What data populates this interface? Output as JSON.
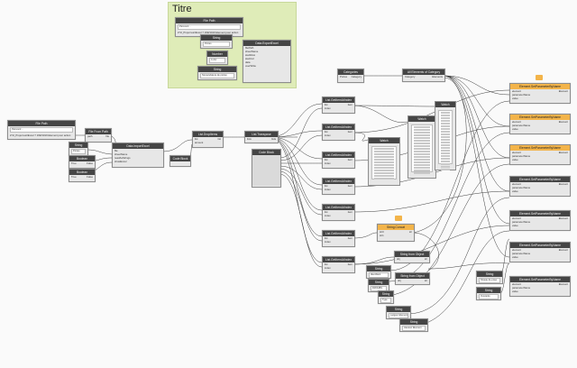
{
  "group": {
    "title": "Titre"
  },
  "nodes": {
    "file_path_top": {
      "title": "File Path",
      "field": "Parcourir...",
      "path": "Z:\\0_Projet test\\Excel 7 19W1019 Element pour action"
    },
    "string_top": {
      "title": "String",
      "field": "Portes"
    },
    "number_top": {
      "title": "Number",
      "field": "C:A3"
    },
    "string_top2": {
      "title": "String",
      "field": "Nomenclature de portes"
    },
    "data_export": {
      "title": "Data.ExportExcel",
      "inputs": [
        "filePath",
        "sheetName",
        "startRow",
        "startCol",
        "data",
        "overWrite"
      ],
      "output": "data"
    },
    "file_path_left": {
      "title": "File Path",
      "field": "Parcourir...",
      "path": "Z:\\0_Projet test\\Excel 7 19W1019 Element pour action"
    },
    "file_from_path": {
      "title": "File From Path",
      "inputs": [
        "path"
      ],
      "output": "file"
    },
    "string_left": {
      "title": "String",
      "field": "Portes"
    },
    "boolean_1": {
      "title": "Boolean",
      "true_label": "True",
      "false_label": "False"
    },
    "boolean_2": {
      "title": "Boolean",
      "true_label": "True",
      "false_label": "False"
    },
    "data_import": {
      "title": "Data.ImportExcel",
      "inputs": [
        "file",
        "sheetName",
        "readAsStrings",
        "showExcel"
      ],
      "output": "data"
    },
    "code_block": {
      "title": "Code Block"
    },
    "list_drop": {
      "title": "List.DropItems",
      "inputs": [
        "list",
        "amount"
      ],
      "output": "list"
    },
    "list_transpose": {
      "title": "List.Transpose",
      "inputs": [
        "lists"
      ],
      "output": "lists"
    },
    "code_block2": {
      "title": "Code Block"
    },
    "get_item": {
      "title": "List.GetItemAtIndex",
      "inputs": [
        "list",
        "index"
      ],
      "output": "item"
    },
    "watch1": {
      "title": "Watch"
    },
    "watch2": {
      "title": "Watch"
    },
    "watch3": {
      "title": "Watch"
    },
    "categories": {
      "title": "Categories",
      "field": "Portes",
      "output": "Category"
    },
    "all_elements": {
      "title": "All Elements of Category",
      "inputs": [
        "Category"
      ],
      "output": "Elements"
    },
    "set_param": {
      "title": "Element.SetParameterByName",
      "inputs": [
        "element",
        "parameterName",
        "value"
      ],
      "output": "Element"
    },
    "string_concat": {
      "title": "String.Concat",
      "inputs": [
        "str0",
        "str1"
      ],
      "output": "str"
    },
    "string_from_object": {
      "title": "String from Object",
      "inputs": [
        "obj"
      ],
      "output": "str"
    },
    "string_id": {
      "title": "String",
      "field": "Identifiant"
    },
    "string_val": {
      "title": "String",
      "field": "FROUBS"
    },
    "string_type": {
      "title": "String",
      "field": "Type"
    },
    "string_from_obj2": {
      "title": "String from Object",
      "inputs": [
        "obj"
      ],
      "output": "str"
    },
    "string_b1": {
      "title": "String",
      "field": "Largeur Element"
    },
    "string_b2": {
      "title": "String",
      "field": "Hauteur Element"
    },
    "string_r1": {
      "title": "String",
      "field": "Niveau de pose"
    },
    "string_r2": {
      "title": "String",
      "field": "Ouvrants"
    }
  },
  "colors": {
    "wire": "#3a3a3a",
    "group": "#dfecb8",
    "node_header": "#454545",
    "highlight": "#f3b44a"
  }
}
